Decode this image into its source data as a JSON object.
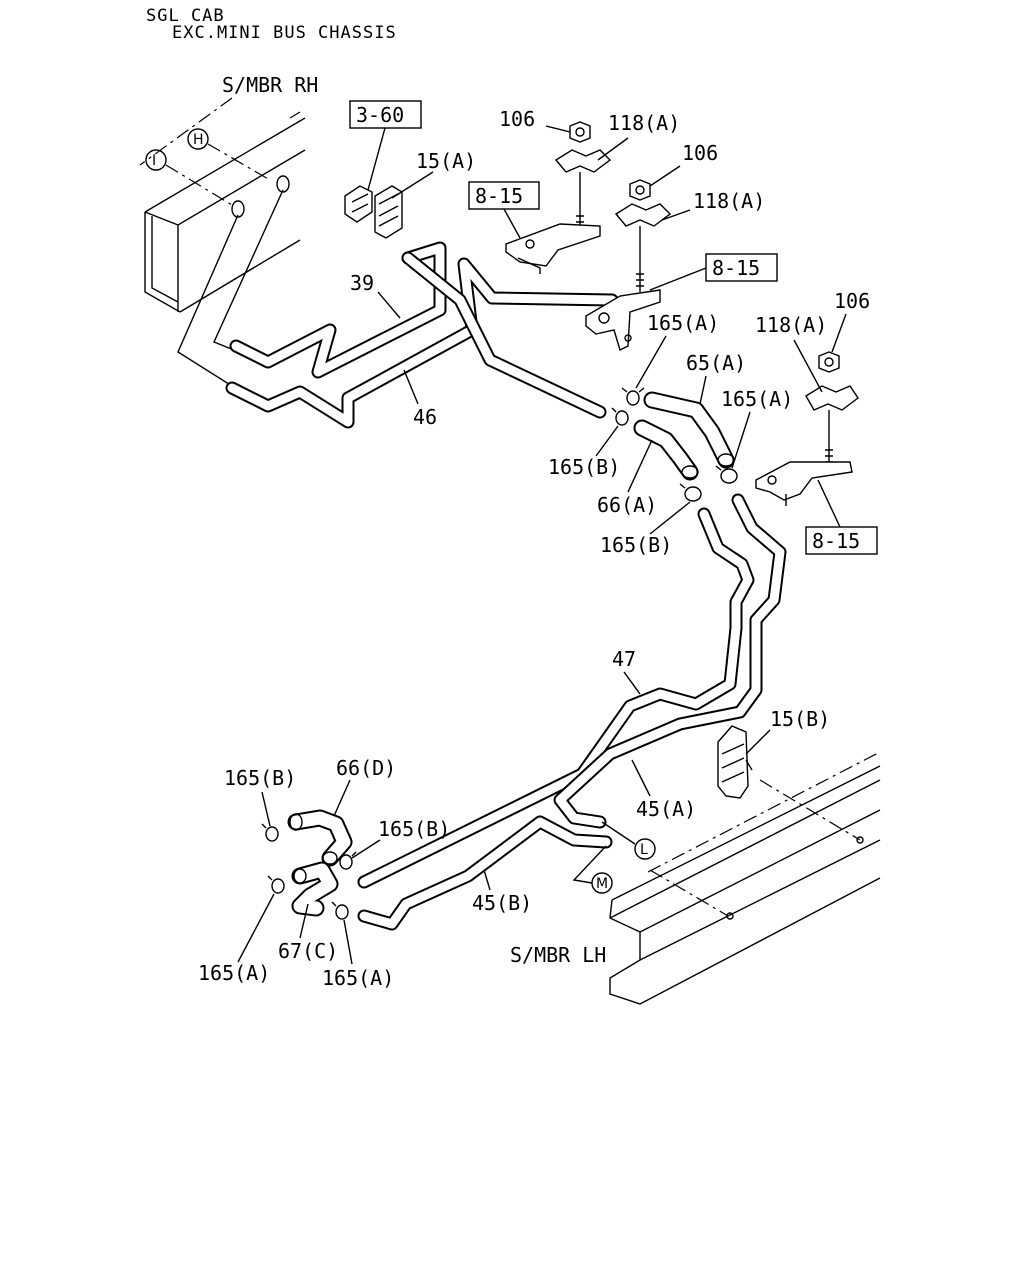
{
  "header": {
    "line1": "SGL CAB",
    "line2": "EXC.MINI BUS CHASSIS"
  },
  "frame_labels": {
    "smbr_rh": "S/MBR RH",
    "smbr_lh": "S/MBR LH"
  },
  "ref_boxes": {
    "ref_3_60": "3-60",
    "ref_8_15_a": "8-15",
    "ref_8_15_b": "8-15",
    "ref_8_15_c": "8-15"
  },
  "circle_markers": {
    "h": "H",
    "i": "I",
    "l": "L",
    "m": "M"
  },
  "callouts": {
    "c106_a": "106",
    "c118a_a": "118(A)",
    "c106_b": "106",
    "c118a_b": "118(A)",
    "c106_c": "106",
    "c118a_c": "118(A)",
    "c15a": "15(A)",
    "c39": "39",
    "c46": "46",
    "c165a_1": "165(A)",
    "c65a": "65(A)",
    "c165a_2": "165(A)",
    "c165b_1": "165(B)",
    "c66a": "66(A)",
    "c165b_2": "165(B)",
    "c47": "47",
    "c15b": "15(B)",
    "c45a": "45(A)",
    "c165b_3": "165(B)",
    "c66d": "66(D)",
    "c165b_4": "165(B)",
    "c45b": "45(B)",
    "c67c": "67(C)",
    "c165a_3": "165(A)",
    "c165a_4": "165(A)"
  }
}
